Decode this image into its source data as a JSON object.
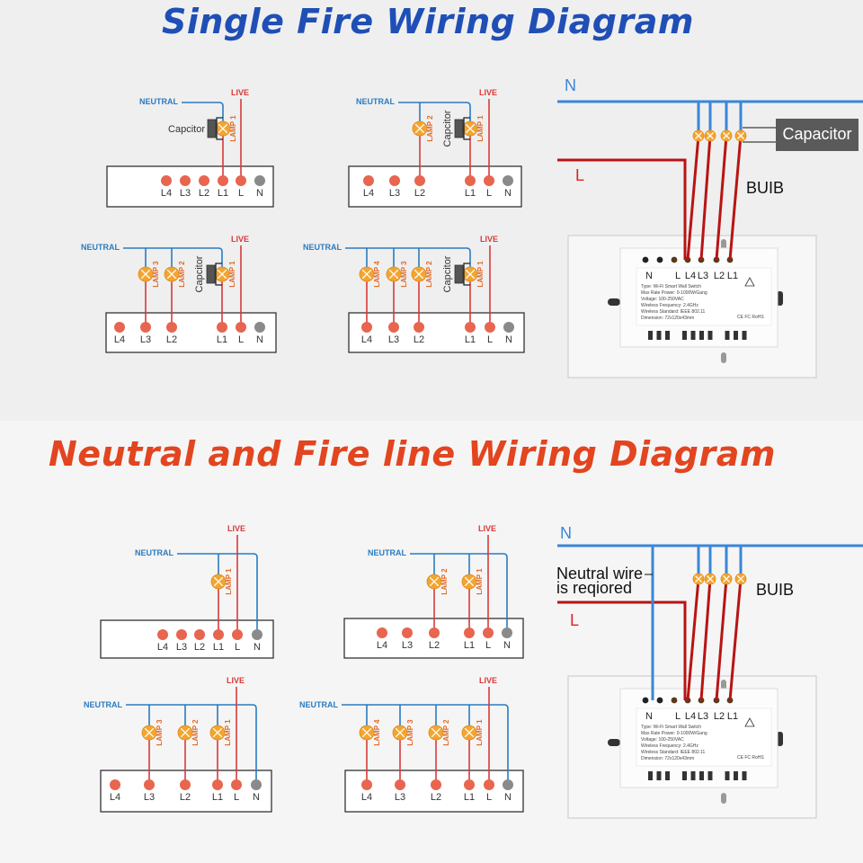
{
  "titles": {
    "single_fire": "Single Fire Wiring Diagram",
    "neutral_fire": "Neutral and Fire line Wiring Diagram"
  },
  "colors": {
    "neutral": "#2a7bc0",
    "live": "#d83a3a",
    "terminal": "#e8654f",
    "terminal_n": "#8a8a8a",
    "lamp": "#f2a531",
    "title_blue": "#1f4fb6",
    "title_red": "#e2451f",
    "wire_blue": "#3a86d8",
    "wire_red": "#b81414",
    "capacitor_box": "#5a5a5a"
  },
  "labels": {
    "neutral": "NEUTRAL",
    "live": "LIVE",
    "capacitor_small": "Capcitor",
    "lamp_prefix": "LAMP "
  },
  "terminals": [
    "L4",
    "L3",
    "L2",
    "L1",
    "L",
    "N"
  ],
  "single_fire_diagrams": [
    {
      "gang": 1,
      "lamps": [
        1
      ],
      "capacitor": true
    },
    {
      "gang": 2,
      "lamps": [
        2,
        1
      ],
      "capacitor": true
    },
    {
      "gang": 3,
      "lamps": [
        3,
        2,
        1
      ],
      "capacitor": true
    },
    {
      "gang": 4,
      "lamps": [
        4,
        3,
        2,
        1
      ],
      "capacitor": true
    }
  ],
  "neutral_fire_diagrams": [
    {
      "gang": 1,
      "lamps": [
        1
      ],
      "capacitor": false
    },
    {
      "gang": 2,
      "lamps": [
        2,
        1
      ],
      "capacitor": false
    },
    {
      "gang": 3,
      "lamps": [
        3,
        2,
        1
      ],
      "capacitor": false
    },
    {
      "gang": 4,
      "lamps": [
        4,
        3,
        2,
        1
      ],
      "capacitor": false
    }
  ],
  "photo_top": {
    "n_label": "N",
    "l_label": "L",
    "capacitor_label": "Capacitor",
    "bulb_label": "BUIB",
    "bulb_count": 4
  },
  "photo_bottom": {
    "n_label": "N",
    "l_label": "L",
    "note_line1": "Neutral wire",
    "note_line2": "is reqiored",
    "bulb_label": "BUIB",
    "bulb_count": 4
  },
  "device": {
    "terminal_labels": [
      "N",
      "L",
      "L4",
      "L3",
      "L2",
      "L1"
    ],
    "spec_lines": [
      "Type: Wi-Fi Smart Wall Switch",
      "Max Rate Power: 0-1000W/Gang",
      "Voltage: 100-250VAC",
      "Wireless Frequency: 2.4GHz",
      "Wireless Standard: IEEE 802.11",
      "Dimension: 72x120x43mm"
    ],
    "certifications": "CE FC RoHS"
  }
}
